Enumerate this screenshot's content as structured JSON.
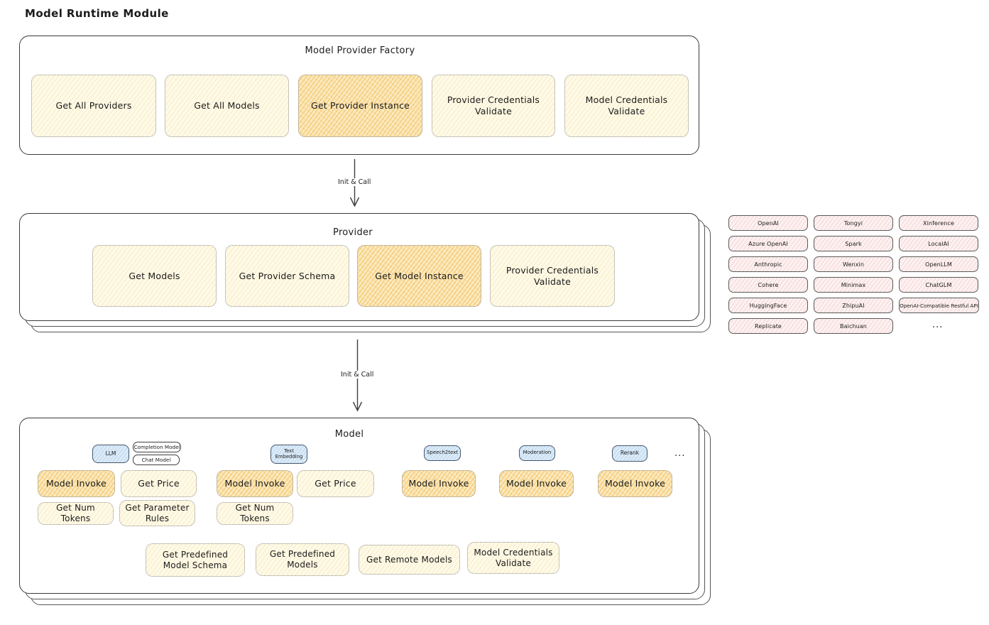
{
  "page": {
    "title": "Model Runtime Module"
  },
  "factory": {
    "title": "Model Provider Factory",
    "functions": [
      {
        "label": "Get All Providers",
        "highlighted": false
      },
      {
        "label": "Get All Models",
        "highlighted": false
      },
      {
        "label": "Get Provider Instance",
        "highlighted": true
      },
      {
        "label": "Provider Credentials Validate",
        "highlighted": false
      },
      {
        "label": "Model Credentials Validate",
        "highlighted": false
      }
    ]
  },
  "arrow1": {
    "label": "Init & Call"
  },
  "arrow2": {
    "label": "Init & Call"
  },
  "provider": {
    "title": "Provider",
    "functions": [
      {
        "label": "Get Models",
        "highlighted": false
      },
      {
        "label": "Get Provider Schema",
        "highlighted": false
      },
      {
        "label": "Get Model Instance",
        "highlighted": true
      },
      {
        "label": "Provider Credentials Validate",
        "highlighted": false
      }
    ]
  },
  "provider_grid": {
    "rows": [
      [
        "OpenAI",
        "Tongyi",
        "Xinference"
      ],
      [
        "Azure OpenAI",
        "Spark",
        "LocalAI"
      ],
      [
        "Anthropic",
        "Wenxin",
        "OpenLLM"
      ],
      [
        "Cohere",
        "Minimax",
        "ChatGLM"
      ],
      [
        "HuggingFace",
        "ZhipuAI",
        "OpenAI-Compatible Restful API"
      ],
      [
        "Replicate",
        "Baichuan",
        "..."
      ]
    ]
  },
  "model": {
    "title": "Model",
    "tags": {
      "llm": "LLM",
      "completion_model": "Completion Model",
      "chat_model": "Chat Model",
      "text_embedding": "Text Embedding",
      "speech2text": "Speech2text",
      "moderation": "Moderation",
      "rerank": "Rerank",
      "ellipsis": "..."
    },
    "functions": {
      "llm_invoke": "Model Invoke",
      "llm_get_price": "Get Price",
      "llm_get_num_tokens": "Get Num Tokens",
      "llm_get_parameter_rules": "Get Parameter Rules",
      "te_invoke": "Model Invoke",
      "te_get_price": "Get Price",
      "te_get_num_tokens": "Get Num Tokens",
      "s2t_invoke": "Model Invoke",
      "moderation_invoke": "Model Invoke",
      "rerank_invoke": "Model Invoke",
      "get_predefined_model_schema": "Get Predefined Model Schema",
      "get_predefined_models": "Get Predefined Models",
      "get_remote_models": "Get Remote Models",
      "model_credentials_validate": "Model Credentials Validate"
    }
  },
  "colors": {
    "highlight_fill": "#f7d58f",
    "light_fill": "#fdf7e0",
    "pink_fill": "#fcefef",
    "blue_fill": "#dcebf8"
  }
}
